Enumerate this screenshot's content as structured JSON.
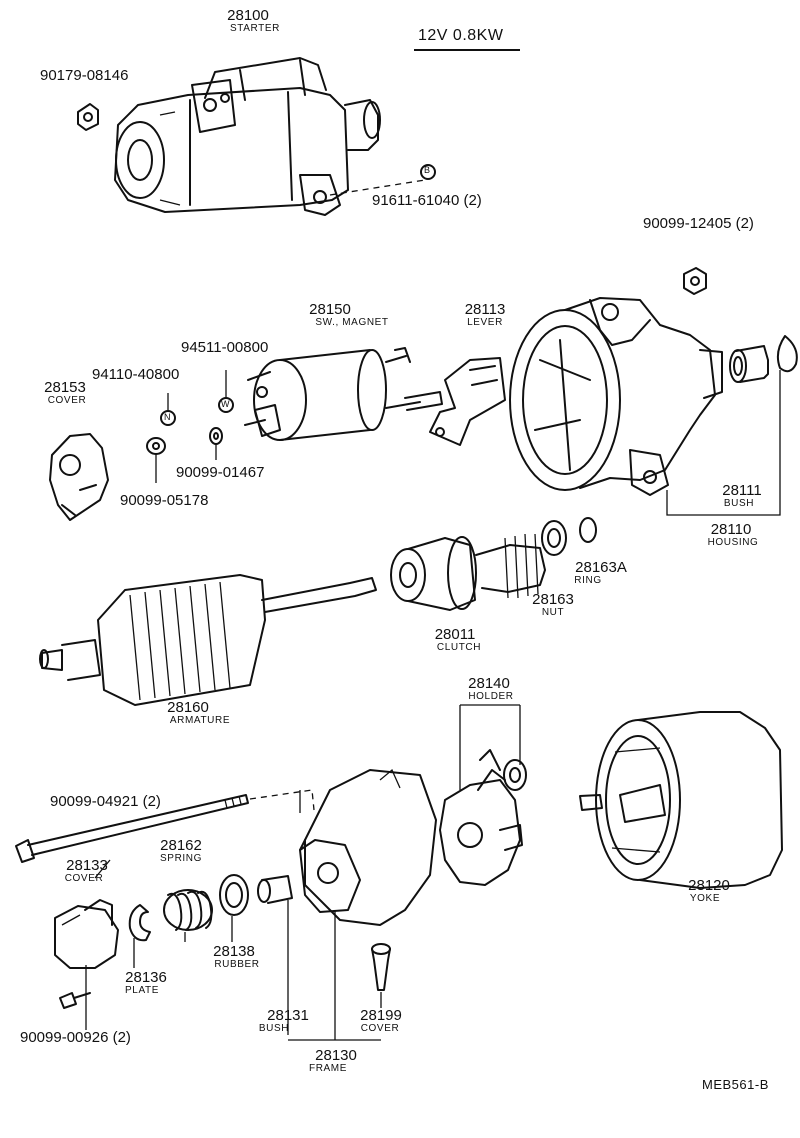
{
  "title": "12V 0.8KW",
  "diagram_code": "MEB561-B",
  "symbols": {
    "b": "B",
    "n": "N",
    "w": "W"
  },
  "parts": {
    "starter": {
      "number": "28100",
      "name": "STARTER"
    },
    "bolt_top": {
      "number": "90179-08146"
    },
    "bolt_b": {
      "number": "91611-61040 (2)"
    },
    "nut_top": {
      "number": "90099-12405 (2)"
    },
    "magnet": {
      "number": "28150",
      "name": "SW., MAGNET"
    },
    "lever": {
      "number": "28113",
      "name": "LEVER"
    },
    "n_nut": {
      "number": "94110-40800"
    },
    "w_washer": {
      "number": "94511-00800"
    },
    "cover_l": {
      "number": "28153",
      "name": "COVER"
    },
    "washer": {
      "number": "90099-01467"
    },
    "nut_mag": {
      "number": "90099-05178"
    },
    "bush_h": {
      "number": "28111",
      "name": "BUSH"
    },
    "housing": {
      "number": "28110",
      "name": "HOUSING"
    },
    "clutch": {
      "number": "28011",
      "name": "CLUTCH"
    },
    "nut_pin": {
      "number": "28163",
      "name": "NUT"
    },
    "ring": {
      "number": "28163A",
      "name": "RING"
    },
    "armature": {
      "number": "28160",
      "name": "ARMATURE"
    },
    "holder": {
      "number": "28140",
      "name": "HOLDER"
    },
    "bolt_long": {
      "number": "90099-04921 (2)"
    },
    "spring": {
      "number": "28162",
      "name": "SPRING"
    },
    "cover_end": {
      "number": "28133",
      "name": "COVER"
    },
    "rubber": {
      "number": "28138",
      "name": "RUBBER"
    },
    "plate": {
      "number": "28136",
      "name": "PLATE"
    },
    "screw": {
      "number": "90099-00926 (2)"
    },
    "bush_f": {
      "number": "28131",
      "name": "BUSH"
    },
    "cover_cap": {
      "number": "28199",
      "name": "COVER"
    },
    "frame": {
      "number": "28130",
      "name": "FRAME"
    },
    "yoke": {
      "number": "28120",
      "name": "YOKE"
    }
  }
}
